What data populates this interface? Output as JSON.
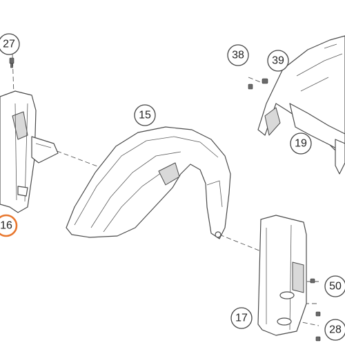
{
  "colors": {
    "highlight": "#e8772e",
    "outline": "#4a4a4a",
    "shading": "#d9d9d9"
  },
  "callouts": {
    "c27": "27",
    "c38": "38",
    "c39": "39",
    "c15": "15",
    "c19": "19",
    "c16": "16",
    "c17": "17",
    "c50": "50",
    "c28": "28"
  },
  "highlighted_callout": "16"
}
